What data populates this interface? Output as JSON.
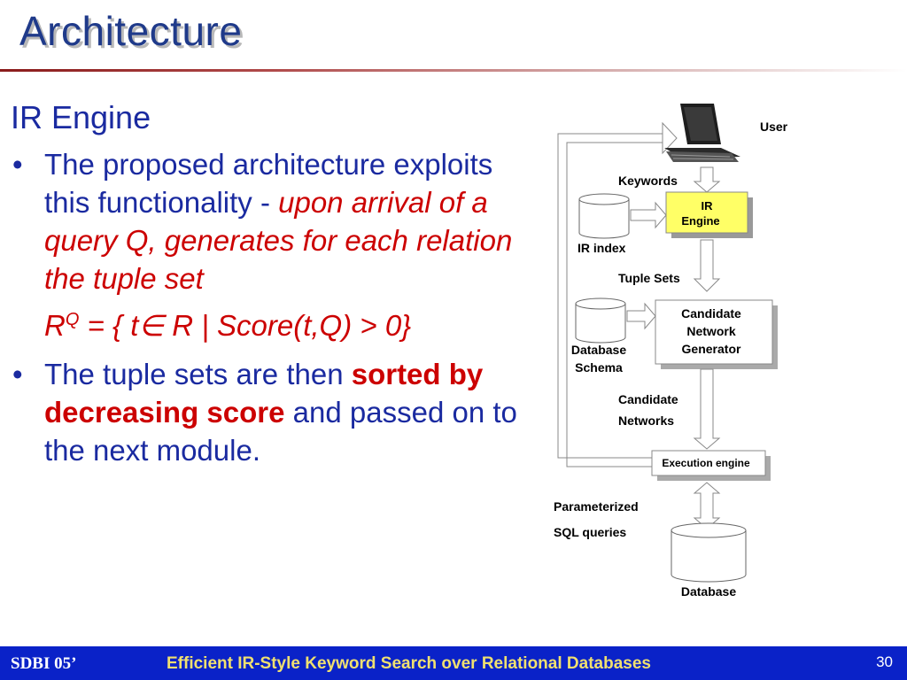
{
  "slide": {
    "title": "Architecture",
    "section_heading": "IR Engine",
    "bullet_char": "•",
    "bullets": [
      {
        "text_plain": "The proposed architecture exploits this functionality -",
        "text_red_italic": "upon arrival of a query Q, generates for each relation the tuple set",
        "formula": {
          "base": "R",
          "sup": "Q",
          "rest": " = { t∈ R | Score(t,Q) > 0}"
        }
      },
      {
        "text_before": "The tuple sets are then",
        "text_bold": "sorted by decreasing score",
        "text_after": "and passed on to the next module."
      }
    ]
  },
  "diagram": {
    "nodes": {
      "user": "User",
      "ir_engine_line1": "IR",
      "ir_engine_line2": "Engine",
      "ir_index": "IR index",
      "cng_line1": "Candidate",
      "cng_line2": "Network",
      "cng_line3": "Generator",
      "db_schema_line1": "Database",
      "db_schema_line2": "Schema",
      "execution_engine": "Execution engine",
      "database": "Database"
    },
    "edges": {
      "keywords": "Keywords",
      "tuple_sets": "Tuple Sets",
      "candidate_line1": "Candidate",
      "candidate_line2": "Networks",
      "param_line1": "Parameterized",
      "param_line2": "SQL queries"
    },
    "colors": {
      "ir_engine_fill": "#ffff66",
      "box_fill": "#ffffff",
      "arrow_fill": "#ffffff"
    }
  },
  "footer": {
    "left": "SDBI 05’",
    "center": "Efficient IR-Style Keyword Search over Relational Databases",
    "page_number": "30"
  }
}
